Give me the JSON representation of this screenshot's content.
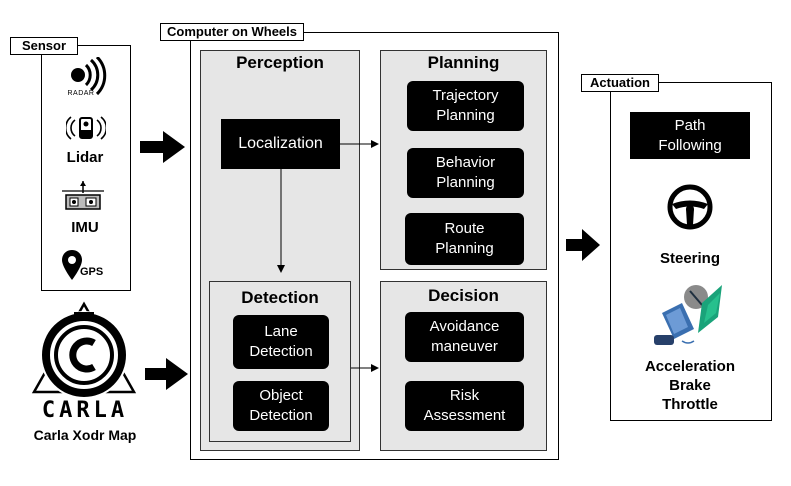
{
  "sensor": {
    "tag": "Sensor",
    "radar_text": "RADAR",
    "lidar": "Lidar",
    "imu": "IMU",
    "gps": "GPS"
  },
  "carla": {
    "wordmark": "CARLA",
    "caption": "Carla Xodr Map"
  },
  "computer": {
    "tag": "Computer on Wheels",
    "perception": {
      "title": "Perception",
      "localization": "Localization",
      "detection": {
        "title": "Detection",
        "lane": "Lane\nDetection",
        "object": "Object\nDetection"
      }
    },
    "planning": {
      "title": "Planning",
      "trajectory": "Trajectory\nPlanning",
      "behavior": "Behavior\nPlanning",
      "route": "Route\nPlanning"
    },
    "decision": {
      "title": "Decision",
      "avoidance": "Avoidance\nmaneuver",
      "risk": "Risk\nAssessment"
    }
  },
  "actuation": {
    "tag": "Actuation",
    "path": "Path\nFollowing",
    "steering": "Steering",
    "pedals": "Acceleration\nBrake\nThrottle"
  },
  "colors": {
    "panel_fill": "#e6e6e6",
    "block_fill": "#000000",
    "pedal_green": "#1aa37a",
    "pedal_blue": "#3a6fb0"
  }
}
